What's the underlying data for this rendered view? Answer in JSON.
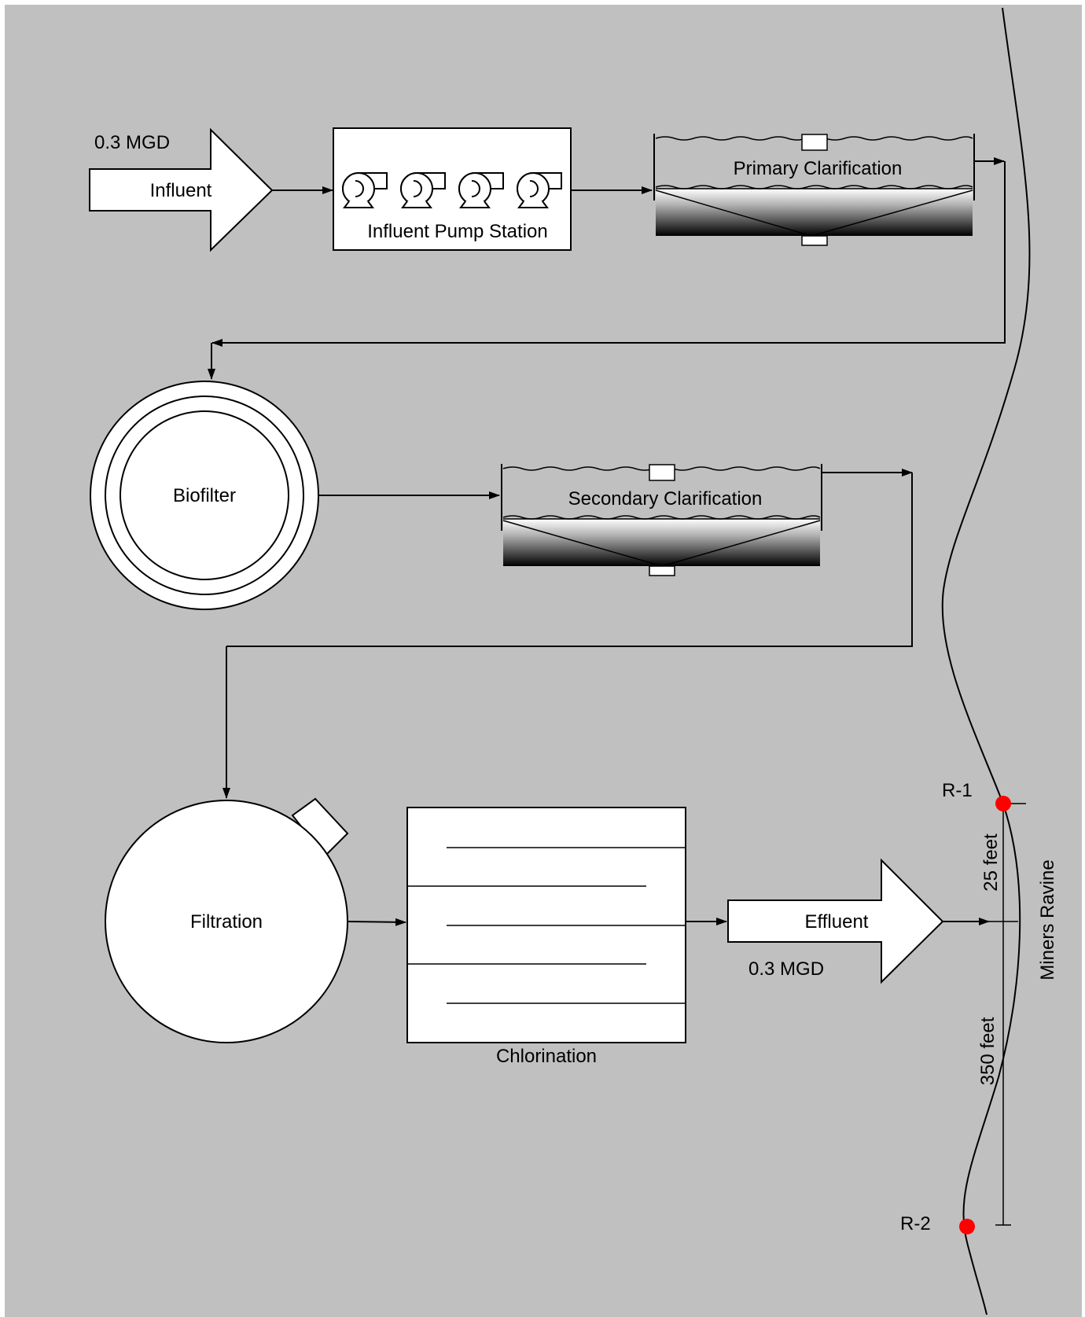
{
  "colors": {
    "background": "#c0c0c0",
    "shape_fill": "#ffffff",
    "stroke": "#000000",
    "sample_point": "#ff0000"
  },
  "influent": {
    "label": "Influent",
    "flow": "0.3 MGD"
  },
  "pump_station": {
    "label": "Influent Pump Station",
    "pump_count": 4,
    "pump_icon": "centrifugal-pump-icon"
  },
  "primary_clarification": {
    "label": "Primary Clarification"
  },
  "biofilter": {
    "label": "Biofilter"
  },
  "secondary_clarification": {
    "label": "Secondary Clarification"
  },
  "filtration": {
    "label": "Filtration"
  },
  "chlorination": {
    "label": "Chlorination"
  },
  "effluent": {
    "label": "Effluent",
    "flow": "0.3 MGD"
  },
  "receiving_water": {
    "label": "Miners Ravine"
  },
  "sample_points": [
    {
      "label": "R-1"
    },
    {
      "label": "R-2"
    }
  ],
  "distances": {
    "upstream": "25 feet",
    "downstream": "350 feet"
  }
}
